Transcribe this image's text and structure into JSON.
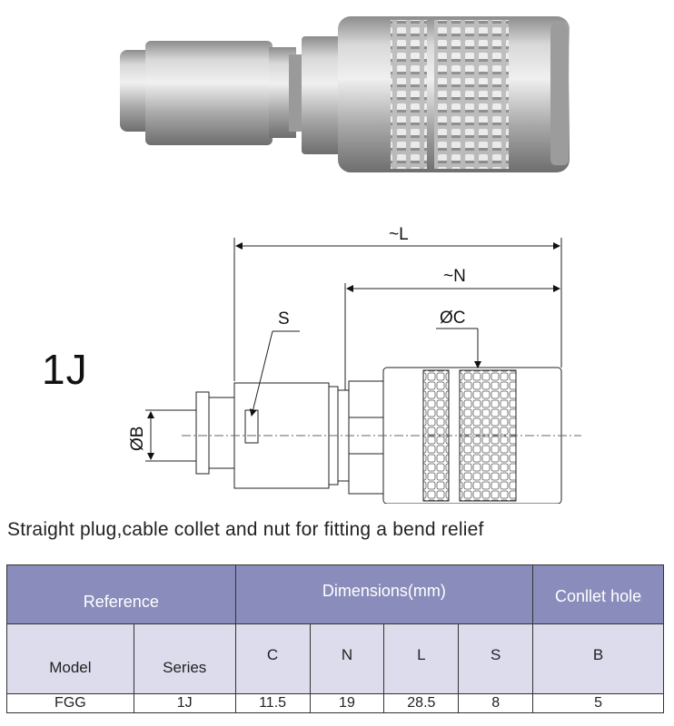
{
  "drawing": {
    "model_code": "1J",
    "labels": {
      "length": "~L",
      "nut_length": "~N",
      "diameter_c": "ØC",
      "diameter_b": "ØB",
      "wrench": "S"
    }
  },
  "caption": "Straight plug,cable collet and nut for fitting a bend relief",
  "table": {
    "group_headers": {
      "reference": "Reference",
      "dimensions": "Dimensions(mm)",
      "collet_hole": "Conllet hole"
    },
    "columns": {
      "model": "Model",
      "series": "Series",
      "c": "C",
      "n": "N",
      "l": "L",
      "s": "S",
      "b": "B"
    },
    "row": {
      "model": "FGG",
      "series": "1J",
      "c": "11.5",
      "n": "19",
      "l": "28.5",
      "s": "8",
      "b": "5"
    }
  },
  "colors": {
    "header_bg": "#8a8dbb",
    "subheader_bg": "#dcdcec",
    "metal": "#c8c8c8"
  }
}
